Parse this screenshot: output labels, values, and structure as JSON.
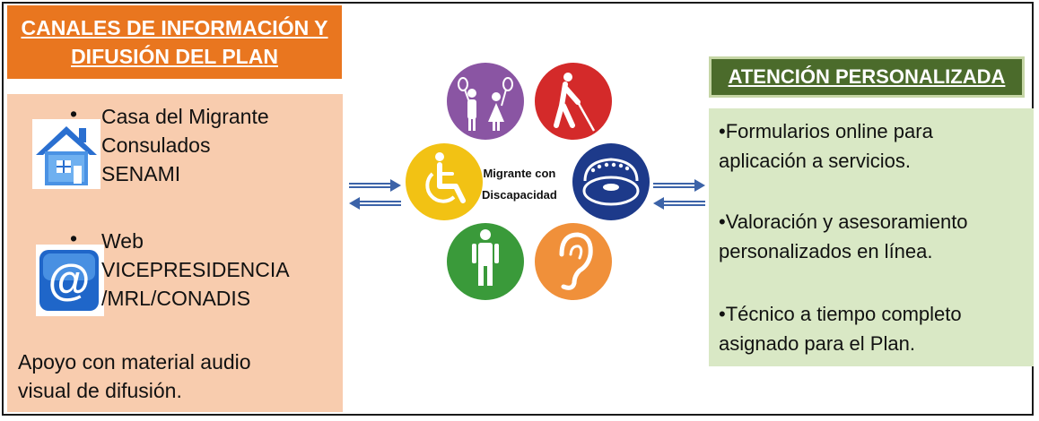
{
  "left_panel": {
    "header_line1": "CANALES DE INFORMACIÓN Y",
    "header_line2": "DIFUSIÓN DEL PLAN",
    "bullet_symbol": "•",
    "group1": [
      "Casa del Migrante",
      "Consulados",
      "SENAMI"
    ],
    "group2": [
      "Web",
      "VICEPRESIDENCIA",
      "/MRL/CONADIS"
    ],
    "footer_line1": "Apoyo  con material audio",
    "footer_line2": "visual de difusión."
  },
  "center": {
    "label_line1": "Migrante con",
    "label_line2": "Discapacidad",
    "icons": [
      {
        "name": "family-icon",
        "color": "#8a55a3"
      },
      {
        "name": "blind-cane-icon",
        "color": "#d42a2a"
      },
      {
        "name": "wheelchair-icon",
        "color": "#f2c214"
      },
      {
        "name": "braille-face-icon",
        "color": "#1d3a8a"
      },
      {
        "name": "standing-person-icon",
        "color": "#3a9a3a"
      },
      {
        "name": "ear-icon",
        "color": "#f0903a"
      }
    ]
  },
  "right_panel": {
    "header": "ATENCIÓN PERSONALIZADA",
    "items": [
      [
        "•Formularios online para",
        "aplicación a servicios."
      ],
      [
        "•Valoración y asesoramiento",
        "personalizados en línea."
      ],
      [
        "•Técnico a tiempo completo",
        "asignado para  el Plan."
      ]
    ]
  },
  "colors": {
    "left_header": "#e9761f",
    "left_box": "#f8ccae",
    "right_header": "#4b6b2b",
    "right_box": "#d9e8c5",
    "arrows": "#3c63a8"
  }
}
